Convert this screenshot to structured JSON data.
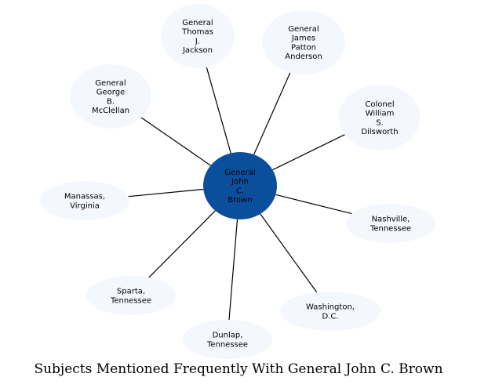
{
  "caption": "Subjects Mentioned Frequently With General John C. Brown",
  "colors": {
    "center_fill": "#0b4f9c",
    "node_fill": "#f4f8fd",
    "edge": "#000000",
    "text": "#000000"
  },
  "center": {
    "name": "General\nJohn\nC.\nBrown"
  },
  "nodes": [
    {
      "name": "General\nThomas\nJ.\nJackson"
    },
    {
      "name": "General\nJames\nPatton\nAnderson"
    },
    {
      "name": "Colonel\nWilliam\nS.\nDilsworth"
    },
    {
      "name": "Nashville,\nTennessee"
    },
    {
      "name": "Washington,\nD.C."
    },
    {
      "name": "Dunlap,\nTennessee"
    },
    {
      "name": "Sparta,\nTennessee"
    },
    {
      "name": "Manassas,\nVirginia"
    },
    {
      "name": "General\nGeorge\nB.\nMcClellan"
    }
  ]
}
